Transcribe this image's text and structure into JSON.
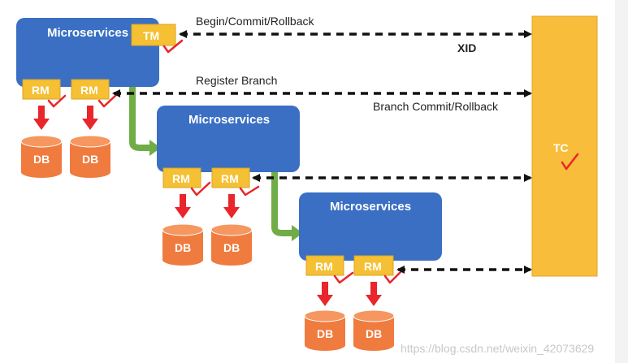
{
  "colors": {
    "background": "#f3f3f3",
    "canvas": "#ffffff",
    "microservice": "#3a6fc4",
    "rm_tm_box": "#f5c033",
    "tc_box": "#f8bd3a",
    "db": "#f07b3f",
    "red_arrow": "#e8262b",
    "green_arrow": "#70ad47",
    "check": "#e8262b",
    "dashed": "#111111"
  },
  "microservices": [
    {
      "title": "Microservices",
      "tm": "TM",
      "rms": [
        "RM",
        "RM"
      ],
      "dbs": [
        "DB",
        "DB"
      ]
    },
    {
      "title": "Microservices",
      "rms": [
        "RM",
        "RM"
      ],
      "dbs": [
        "DB",
        "DB"
      ]
    },
    {
      "title": "Microservices",
      "rms": [
        "RM",
        "RM"
      ],
      "dbs": [
        "DB",
        "DB"
      ]
    }
  ],
  "tc": {
    "label": "TC"
  },
  "labels": {
    "begin": "Begin/Commit/Rollback",
    "xid": "XID",
    "register": "Register Branch",
    "branch_commit": "Branch Commit/Rollback"
  },
  "watermark": "https://blog.csdn.net/weixin_42073629"
}
